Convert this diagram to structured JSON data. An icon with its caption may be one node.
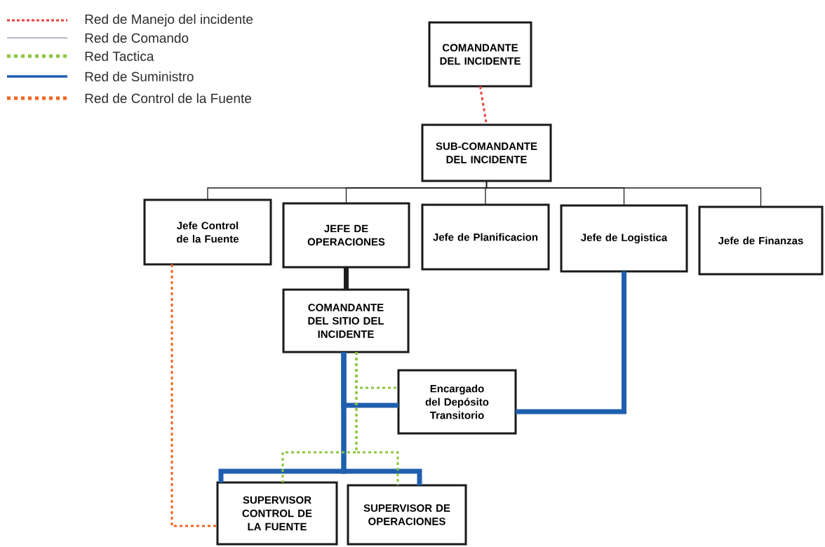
{
  "diagram": {
    "nodes": [
      {
        "text": [
          "COMANDANTE DEL INCIDENTE"
        ]
      },
      {
        "text": [
          "SUB-COMANDANTE DEL INCIDENTE"
        ]
      },
      {
        "text": [
          "Jefe Control de la Fuente"
        ]
      },
      {
        "text": [
          "JEFE DE OPERACIONES"
        ]
      },
      {
        "text": [
          "Jefe de Planificacion"
        ]
      },
      {
        "text": [
          "Jefe de Logistica"
        ]
      },
      {
        "text": [
          "Jefe de Finanzas"
        ]
      },
      {
        "text": [
          "COMANDANTE DEL SITIO DEL INCIDENTE"
        ]
      },
      {
        "text": [
          "Encargado del Depósito Transitorio"
        ]
      },
      {
        "text": [
          "SUPERVISOR CONTROL DE LA FUENTE"
        ]
      },
      {
        "text": [
          "SUPERVISOR DE OPERACIONES"
        ]
      }
    ],
    "edges": [
      {
        "from": 0,
        "to": 1,
        "arrow": "none",
        "style": "dashed",
        "color": "#e8413c"
      },
      {
        "from": 1,
        "to": 2,
        "arrow": "none"
      },
      {
        "from": 1,
        "to": 3,
        "arrow": "none"
      },
      {
        "from": 1,
        "to": 4,
        "arrow": "none"
      },
      {
        "from": 1,
        "to": 5,
        "arrow": "none"
      },
      {
        "from": 1,
        "to": 6,
        "arrow": "none"
      },
      {
        "from": 3,
        "to": 7,
        "arrow": "none",
        "style": "thick"
      },
      {
        "from": 7,
        "to": 8,
        "arrow": "none",
        "style": "thick",
        "color": "#1f5fae"
      },
      {
        "from": 5,
        "to": 8,
        "arrow": "none",
        "style": "thick",
        "color": "#1f5fae"
      },
      {
        "from": 7,
        "to": 9,
        "arrow": "none",
        "style": "thick",
        "color": "#1f5fae"
      },
      {
        "from": 7,
        "to": 10,
        "arrow": "none",
        "style": "thick",
        "color": "#1f5fae"
      },
      {
        "from": 7,
        "to": 8,
        "arrow": "none",
        "style": "dashed",
        "color": "#8cc63f"
      },
      {
        "from": 7,
        "to": 9,
        "arrow": "none",
        "style": "dashed",
        "color": "#8cc63f"
      },
      {
        "from": 7,
        "to": 10,
        "arrow": "none",
        "style": "dashed",
        "color": "#8cc63f"
      },
      {
        "from": 2,
        "to": 9,
        "arrow": "none",
        "style": "dashed",
        "color": "#f26522"
      }
    ],
    "legend": [
      {
        "text": "Red de Manejo del incidente"
      },
      {
        "text": "Red de Comando"
      },
      {
        "text": "Red Tactica"
      },
      {
        "text": "Red de Suministro"
      },
      {
        "text": "Red de Control de la Fuente"
      }
    ]
  }
}
